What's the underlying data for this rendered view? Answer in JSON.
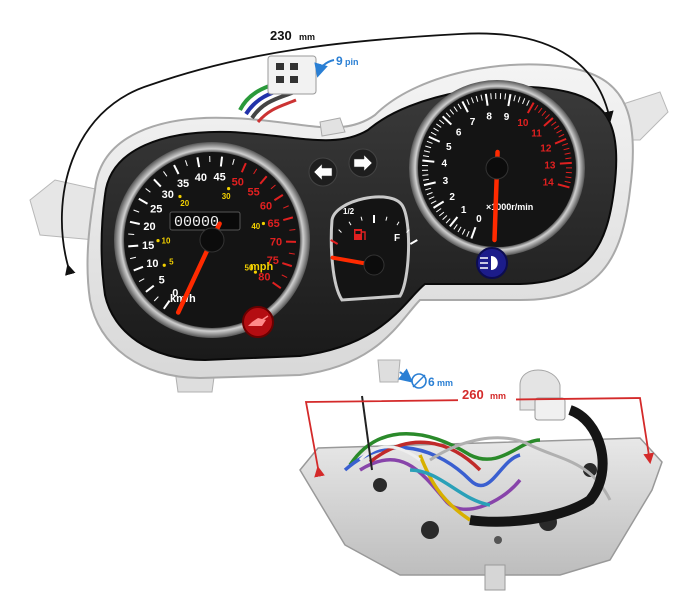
{
  "dimensions": {
    "width_label": "230",
    "width_unit": "mm",
    "connector_label": "9",
    "connector_unit": "pin",
    "mount_hole_label": "6",
    "mount_hole_unit": "mm",
    "rear_width_label": "260",
    "rear_width_unit": "mm"
  },
  "speedometer": {
    "kmh_ticks": [
      "0",
      "5",
      "10",
      "15",
      "20",
      "25",
      "30",
      "35",
      "40",
      "45",
      "50",
      "55",
      "60",
      "65",
      "70",
      "75",
      "80"
    ],
    "mph_ticks": [
      "5",
      "10",
      "20",
      "30",
      "40",
      "50"
    ],
    "odometer": "00000",
    "unit_kmh": "km/h",
    "unit_mph": "mph",
    "needle_value_kmh": 0
  },
  "fuel_gauge": {
    "half_mark": "1/2",
    "full_mark": "F",
    "needle_level": 0.0
  },
  "tachometer": {
    "ticks": [
      "0",
      "1",
      "2",
      "3",
      "4",
      "5",
      "6",
      "7",
      "8",
      "9",
      "10",
      "11",
      "12",
      "13",
      "14"
    ],
    "red_from": 10,
    "unit": "×1000r/min",
    "needle_value": 0
  },
  "icons": [
    "oil-warning-icon",
    "left-turn-icon",
    "right-turn-icon",
    "high-beam-icon",
    "fuel-pump-icon"
  ],
  "colors": {
    "dimension_black": "#111111",
    "dimension_blue": "#2a7fd4",
    "dimension_red": "#d42a2a",
    "needle": "#ff2a00",
    "dial_face": "#151515",
    "redline": "#e02020",
    "mph_yellow": "#f2d000"
  }
}
